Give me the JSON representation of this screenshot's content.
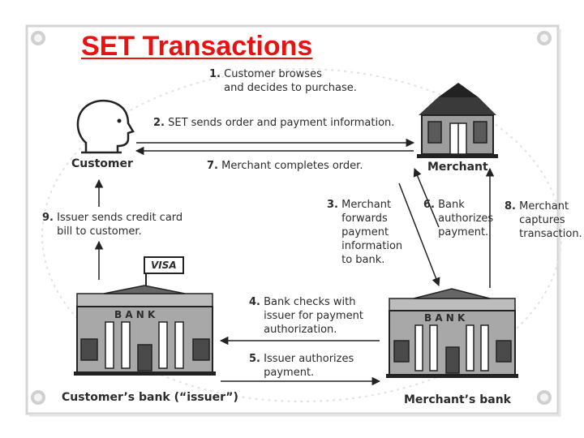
{
  "slide": {
    "title": "SET Transactions"
  },
  "diagram": {
    "parties": {
      "customer": "Customer",
      "merchant": "Merchant",
      "customers_bank": "Customer’s bank (“issuer”)",
      "merchants_bank": "Merchant’s bank",
      "bank_sign": "B A N K",
      "visa": "VISA"
    },
    "steps": [
      {
        "num": "1.",
        "text": "Customer browses\nand decides to purchase."
      },
      {
        "num": "2.",
        "text": "SET sends order and payment information."
      },
      {
        "num": "3.",
        "text": "Merchant\nforwards\npayment\ninformation\nto bank."
      },
      {
        "num": "4.",
        "text": "Bank checks with\nissuer for payment\nauthorization."
      },
      {
        "num": "5.",
        "text": "Issuer authorizes\npayment."
      },
      {
        "num": "6.",
        "text": "Bank\nauthorizes\npayment."
      },
      {
        "num": "7.",
        "text": "Merchant completes order."
      },
      {
        "num": "8.",
        "text": "Merchant\ncaptures\ntransaction."
      },
      {
        "num": "9.",
        "text": "Issuer sends credit card\nbill to customer."
      }
    ]
  },
  "colors": {
    "title": "#e81212",
    "ink": "#2b2b2b",
    "frame": "#cfcfcf",
    "building_gray": "#9a9a9a",
    "building_dark": "#555555"
  }
}
